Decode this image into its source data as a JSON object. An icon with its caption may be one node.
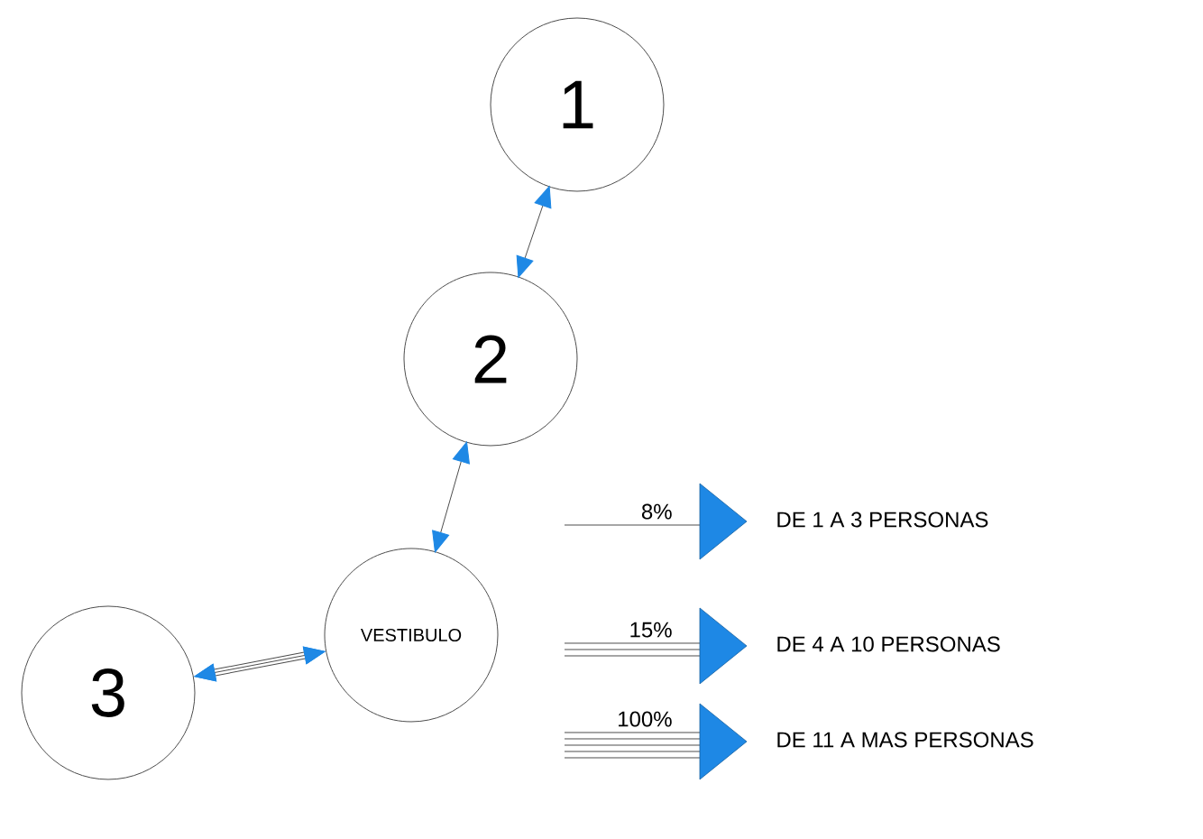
{
  "diagram": {
    "nodes": [
      {
        "text": [
          "1"
        ]
      },
      {
        "text": [
          "2"
        ]
      },
      {
        "text": [
          "VESTIBULO"
        ]
      },
      {
        "text": [
          "3"
        ]
      }
    ],
    "edges": [
      {
        "from": 0,
        "to": 1,
        "arrow": "both"
      },
      {
        "from": 1,
        "to": 2,
        "arrow": "both"
      },
      {
        "from": 2,
        "to": 3,
        "arrow": "both",
        "style": "thick"
      }
    ],
    "labels": [
      "8%",
      "15%",
      "100%"
    ],
    "legend": [
      {
        "text": "DE 1 A 3 PERSONAS"
      },
      {
        "text": "DE 4 A 10 PERSONAS"
      },
      {
        "text": "DE 11 A MAS PERSONAS"
      }
    ]
  }
}
